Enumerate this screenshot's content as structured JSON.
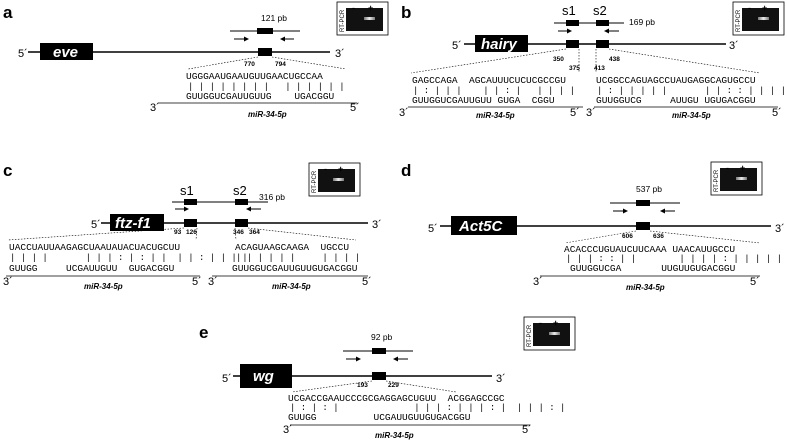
{
  "panels": {
    "a": {
      "letter": "a",
      "gene": "eve",
      "p5": "5´",
      "p3": "3´",
      "amplicon": "121 pb",
      "positions": [
        "770",
        "794"
      ],
      "rt_label": "RT-PCR",
      "lane_minus": "-",
      "lane_plus": "+",
      "sites": [
        {
          "target": "UGGGAAUGAAUGUUGAACUGCCAA",
          "pairs": "| | | | | | | |   | | | | | |",
          "mirna": "GUUGGUCGAUUGUUG    UGACGGU",
          "mir_label": "miR-34-5p",
          "m3": "3´",
          "m5": "5´"
        }
      ]
    },
    "b": {
      "letter": "b",
      "gene": "hairy",
      "p5": "5´",
      "p3": "3´",
      "amplicon": "169 pb",
      "site_labels": [
        "s1",
        "s2"
      ],
      "positions": [
        "350",
        "375",
        "413",
        "438"
      ],
      "rt_label": "RT-PCR",
      "lane_minus": "-",
      "lane_plus": "+",
      "sites": [
        {
          "target": "GAGCCAGA  AGCAUUUCUCUCGCCGU",
          "pairs": "| : | | |    | | : |   | | | |",
          "mirna": "GUUGGUCGAUUGUU GUGA  CGGU",
          "mir_label": "miR-34-5p",
          "m3": "3´",
          "m5": "5´"
        },
        {
          "target": "UCGGCCAGUAGCCUAUGAGGCAGUGCCU",
          "pairs": "| : | | | | |       | | : : | | | |",
          "mirna": "GUUGGUCG     AUUGU UGUGACGGU",
          "mir_label": "miR-34-5p",
          "m3": "3´",
          "m5": "5´"
        }
      ]
    },
    "c": {
      "letter": "c",
      "gene": "ftz-f1",
      "p5": "5´",
      "p3": "3´",
      "amplicon": "316 pb",
      "site_labels": [
        "s1",
        "s2"
      ],
      "positions": [
        "93",
        "126",
        "346",
        "364"
      ],
      "rt_label": "RT-PCR",
      "lane_minus": "-",
      "lane_plus": "+",
      "sites": [
        {
          "target": "UACCUAUUAAGAGCUAAUAUACUACUGCUU",
          "pairs": "| | | |       | | | : | : | |  | | : | | | |",
          "mirna": "GUUGG     UCGAUUGUU  GUGACGGU",
          "mir_label": "miR-34-5p",
          "m3": "3´",
          "m5": "5´"
        },
        {
          "target": "ACAGUAAGCAAGA  UGCCU",
          "pairs": "| | | | | |     | | | |",
          "mirna": "GUUGGUCGAUUGUUGUGACGGU",
          "mir_label": "miR-34-5p",
          "m3": "3´",
          "m5": "5´"
        }
      ]
    },
    "d": {
      "letter": "d",
      "gene": "Act5C",
      "p5": "5´",
      "p3": "3´",
      "amplicon": "537 pb",
      "positions": [
        "606",
        "636"
      ],
      "rt_label": "RT-PCR",
      "lane_minus": "-",
      "lane_plus": "+",
      "sites": [
        {
          "target": "ACACCCUGUAUCUUCAAA UAACAUUGCCU",
          "pairs": "| | | : : | |        | | | | : | | | | | :",
          "mirna": "GUUGGUCGA       UUGUUGUGACGGU",
          "mir_label": "miR-34-5p",
          "m3": "3´",
          "m5": "5´"
        }
      ]
    },
    "e": {
      "letter": "e",
      "gene": "wg",
      "p5": "5´",
      "p3": "3´",
      "amplicon": "92 pb",
      "positions": [
        "193",
        "229"
      ],
      "rt_label": "RT-PCR",
      "lane_minus": "-",
      "lane_plus": "+",
      "sites": [
        {
          "target": "UCGACCGAAUCCCGCGAGGAGCUGUU  ACGGAGCCGC",
          "pairs": "| : | : |              | | | : | | | : |  | | | : |",
          "mirna": "GUUGG          UCGAUUGUUGUGACGGU",
          "mir_label": "miR-34-5p",
          "m3": "3´",
          "m5": "5´"
        }
      ]
    }
  }
}
